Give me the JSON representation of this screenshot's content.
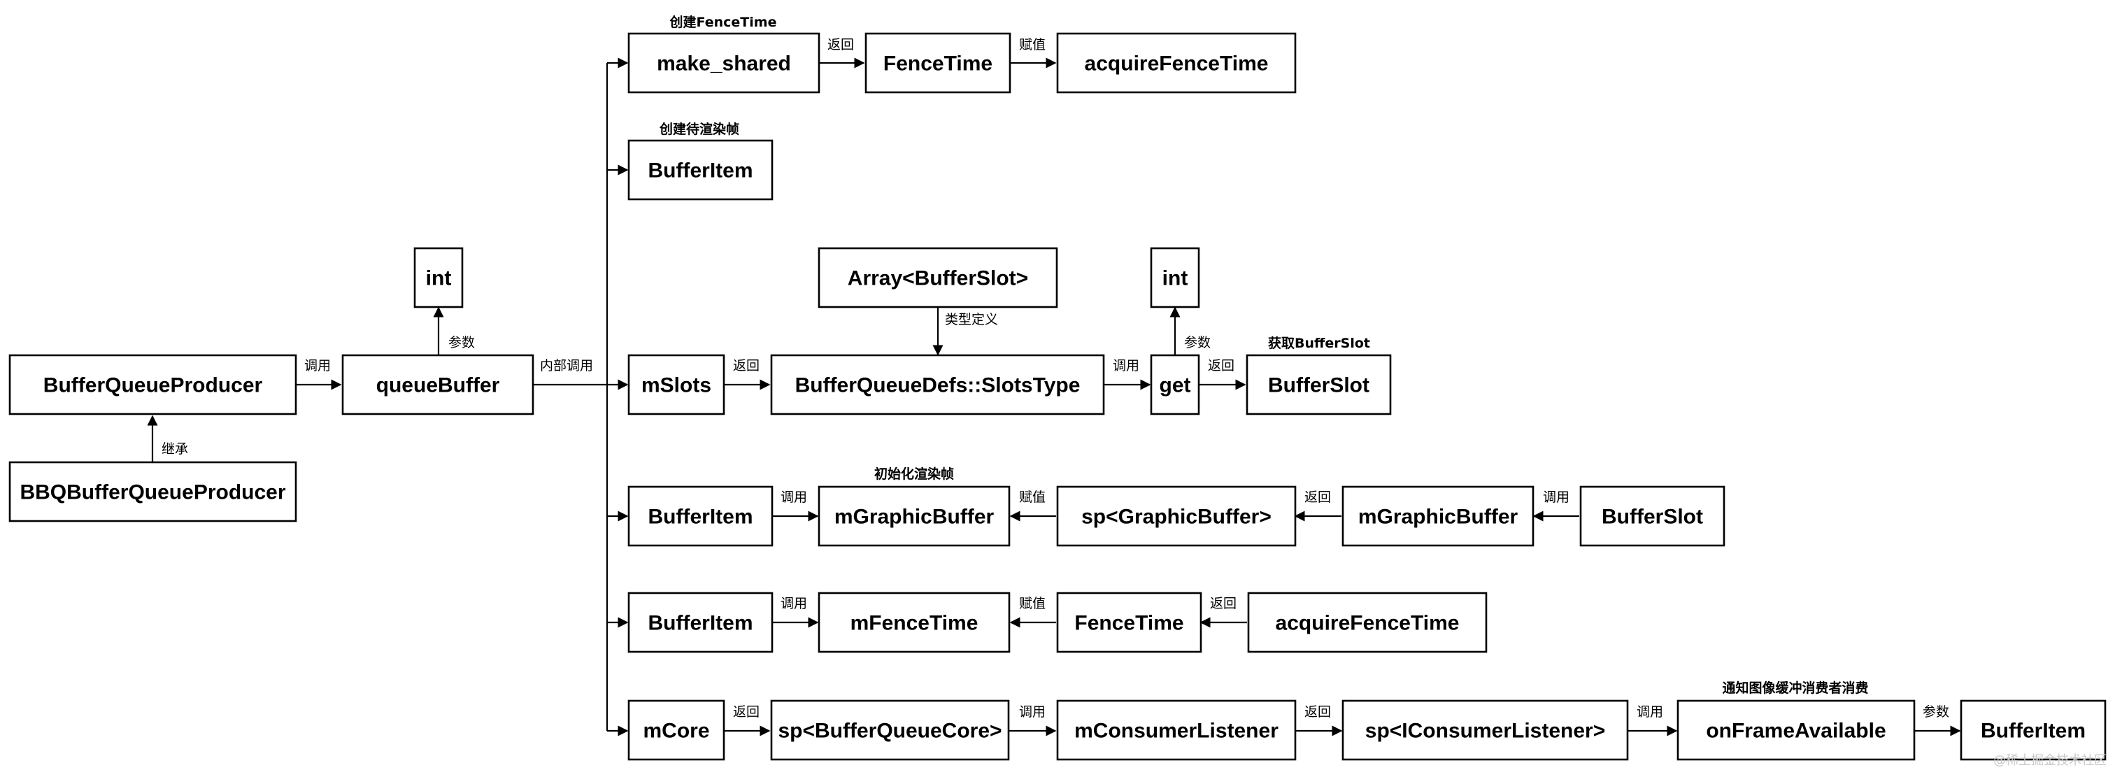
{
  "nodes": {
    "producer": "BufferQueueProducer",
    "bbq_producer": "BBQBufferQueueProducer",
    "queue_buffer": "queueBuffer",
    "int_param": "int",
    "make_shared": "make_shared",
    "fence_time_a": "FenceTime",
    "acquire_fence_time_a": "acquireFenceTime",
    "buffer_item_new": "BufferItem",
    "array_buffer_slot": "Array<BufferSlot>",
    "int_get": "int",
    "m_slots": "mSlots",
    "slots_type": "BufferQueueDefs::SlotsType",
    "get": "get",
    "buffer_slot_get": "BufferSlot",
    "buffer_item_gb": "BufferItem",
    "m_graphic_buffer_a": "mGraphicBuffer",
    "sp_graphic_buffer": "sp<GraphicBuffer>",
    "m_graphic_buffer_b": "mGraphicBuffer",
    "buffer_slot_gb": "BufferSlot",
    "buffer_item_fence": "BufferItem",
    "m_fence_time": "mFenceTime",
    "fence_time_b": "FenceTime",
    "acquire_fence_time_b": "acquireFenceTime",
    "m_core": "mCore",
    "sp_buffer_queue_core": "sp<BufferQueueCore>",
    "m_consumer_listener": "mConsumerListener",
    "sp_iconsumer_listener": "sp<IConsumerListener>",
    "on_frame_available": "onFrameAvailable",
    "buffer_item_param": "BufferItem"
  },
  "edge_labels": {
    "producer_to_queue": "调用",
    "bbq_inherit": "继承",
    "queue_param": "参数",
    "internal_call": "内部调用",
    "make_shared_return": "返回",
    "fence_assign": "赋值",
    "slots_return": "返回",
    "type_def": "类型定义",
    "slots_call": "调用",
    "get_param": "参数",
    "get_return": "返回",
    "gb_call": "调用",
    "gb_assign": "赋值",
    "gb_return": "返回",
    "gb_slot_call": "调用",
    "fence_call": "调用",
    "fence_assign2": "赋值",
    "fence_return": "返回",
    "core_return": "返回",
    "core_call": "调用",
    "listener_return": "返回",
    "listener_call": "调用",
    "frame_param": "参数"
  },
  "annotations": {
    "create_fence_time": "创建FenceTime",
    "create_pending_frame": "创建待渲染帧",
    "get_buffer_slot": "获取BufferSlot",
    "init_pending_frame": "初始化渲染帧",
    "notify_consumer": "通知图像缓冲消费者消费"
  },
  "watermark": "@稀土掘金技术社区"
}
